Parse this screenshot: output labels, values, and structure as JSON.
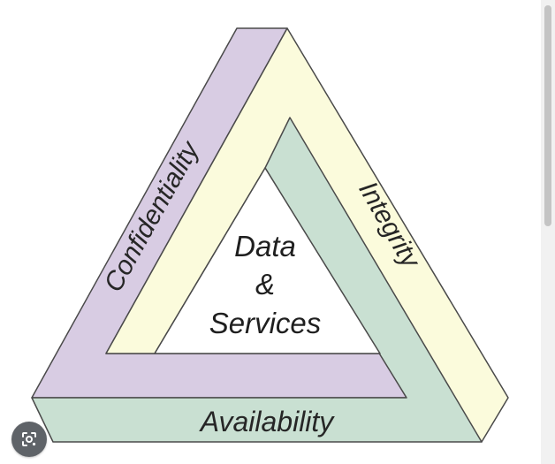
{
  "diagram": {
    "sides": {
      "left": "Confidentiality",
      "right": "Integrity",
      "bottom": "Availability"
    },
    "center": {
      "line1": "Data",
      "line2": "&",
      "line3": "Services"
    }
  },
  "colors": {
    "confidentiality_band": "#d8cce3",
    "integrity_band": "#fbfbdc",
    "availability_band": "#c9e0d2",
    "outline": "#4a4a4a",
    "text": "#262626"
  },
  "icons": {
    "lens": "lens-search-icon"
  }
}
